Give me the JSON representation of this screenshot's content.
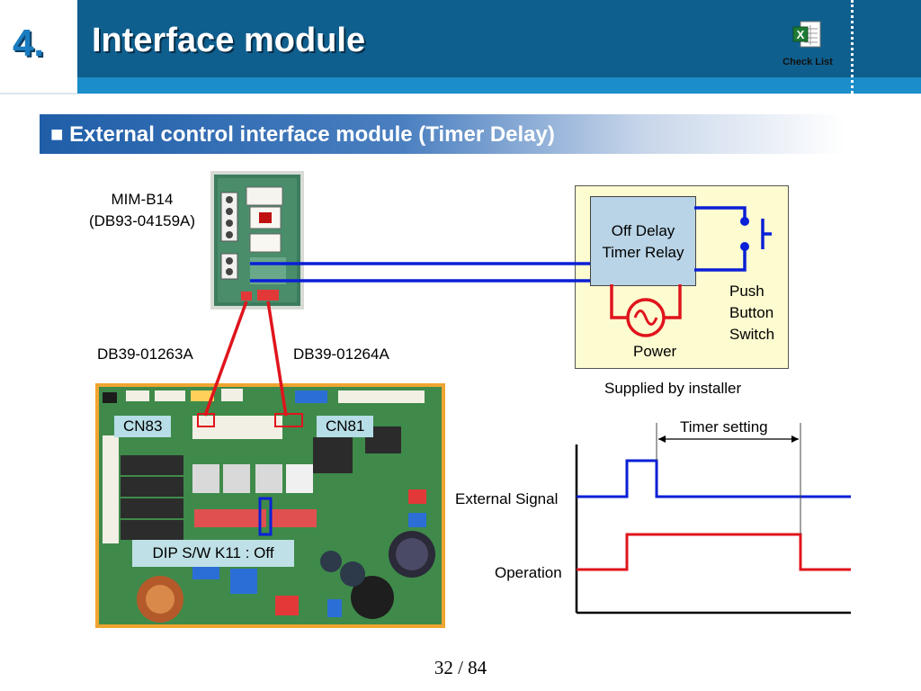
{
  "header": {
    "number": "4.",
    "title": "Interface module",
    "check_list": "Check List",
    "check_list_icon": "excel-spreadsheet-icon"
  },
  "section": {
    "title": "■ External control interface module (Timer Delay)"
  },
  "module": {
    "model_line1": "MIM-B14",
    "model_line2": "(DB93-04159A)"
  },
  "cables": {
    "left": "DB39-01263A",
    "right": "DB39-01264A"
  },
  "connectors": {
    "cn83": "CN83",
    "cn81": "CN81",
    "dip": "DIP S/W K11 : Off"
  },
  "installer": {
    "relay_line1": "Off Delay",
    "relay_line2": "Timer Relay",
    "switch_line1": "Push",
    "switch_line2": "Button",
    "switch_line3": "Switch",
    "power": "Power",
    "supplied": "Supplied by installer"
  },
  "timing": {
    "timer_setting": "Timer setting",
    "external_signal": "External Signal",
    "operation": "Operation"
  },
  "colors": {
    "header_blue": "#0f5f8e",
    "wire_blue": "#0a1fd6",
    "wire_red": "#e0141c",
    "board_green": "#3f8a4a",
    "label_bg": "#b7dde6"
  },
  "page": {
    "indicator": "32 / 84"
  }
}
